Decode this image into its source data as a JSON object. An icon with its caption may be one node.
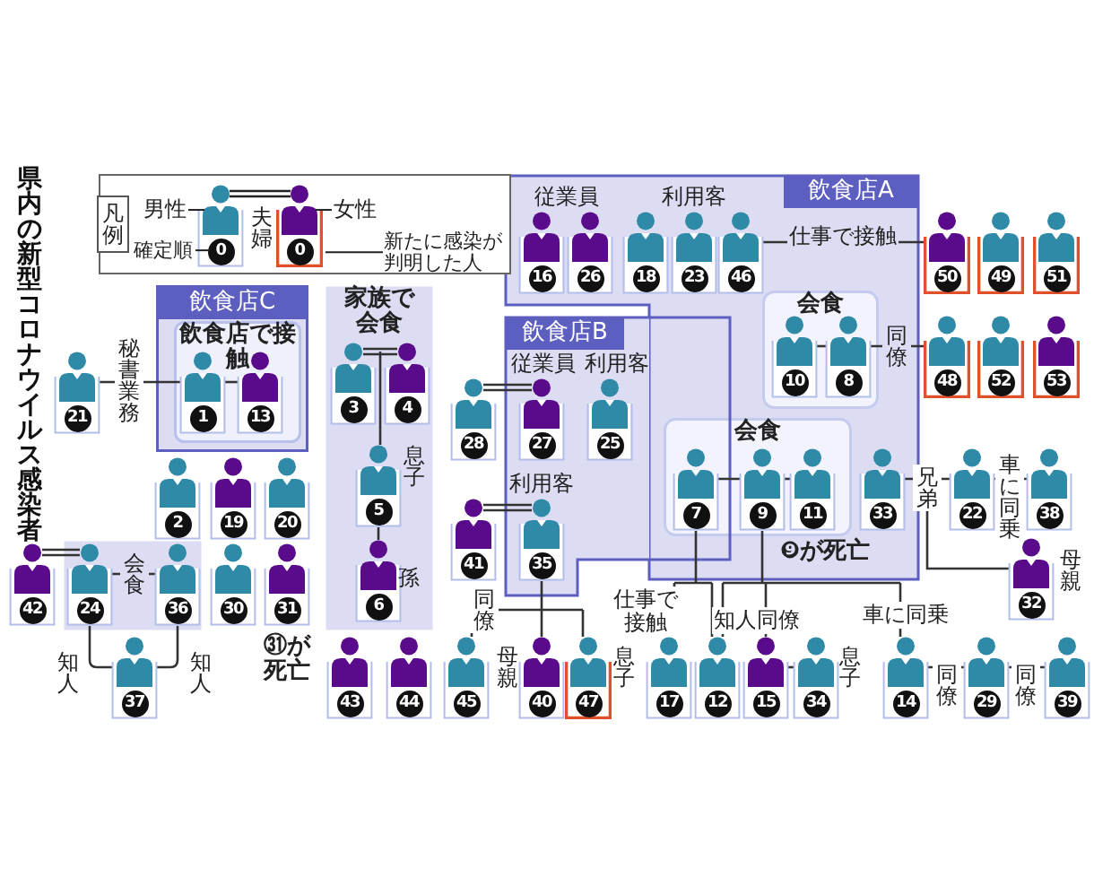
{
  "diagram": {
    "title": "県内の新型コロナウイルス感染者",
    "nodes": [
      {
        "text": [
          "飲食店A"
        ]
      },
      {
        "text": [
          "16"
        ],
        "in": 0
      },
      {
        "text": [
          "26"
        ],
        "in": 0
      },
      {
        "text": [
          "18"
        ],
        "in": 0
      },
      {
        "text": [
          "23"
        ],
        "in": 0
      },
      {
        "text": [
          "46"
        ],
        "in": 0
      },
      {
        "text": [
          "50"
        ]
      },
      {
        "text": [
          "49"
        ]
      },
      {
        "text": [
          "51"
        ]
      },
      {
        "text": [
          "飲食店C"
        ]
      },
      {
        "text": [
          "飲食店で接触"
        ],
        "in": 9
      },
      {
        "text": [
          "1"
        ],
        "in": 10
      },
      {
        "text": [
          "13"
        ],
        "in": 10
      },
      {
        "text": [
          "家族で会食"
        ]
      },
      {
        "text": [
          "3"
        ],
        "in": 13
      },
      {
        "text": [
          "4"
        ],
        "in": 13
      },
      {
        "text": [
          "21"
        ]
      },
      {
        "text": [
          "会食"
        ],
        "in": 0
      },
      {
        "text": [
          "10"
        ],
        "in": 17
      },
      {
        "text": [
          "8"
        ],
        "in": 17
      },
      {
        "text": [
          "48"
        ]
      },
      {
        "text": [
          "52"
        ]
      },
      {
        "text": [
          "53"
        ]
      },
      {
        "text": [
          "飲食店B"
        ]
      },
      {
        "text": [
          "28"
        ]
      },
      {
        "text": [
          "27"
        ],
        "in": 23
      },
      {
        "text": [
          "25"
        ],
        "in": 23
      },
      {
        "text": [
          "会食"
        ],
        "in": 0
      },
      {
        "text": [
          "7"
        ]
      },
      {
        "text": [
          "9"
        ],
        "in": 27,
        "beside": [
          "❾が死亡"
        ]
      },
      {
        "text": [
          "11"
        ],
        "in": 27
      },
      {
        "text": [
          "33"
        ],
        "in": 0
      },
      {
        "text": [
          "22"
        ]
      },
      {
        "text": [
          "38"
        ]
      },
      {
        "text": [
          "5"
        ],
        "in": 13,
        "beside": [
          "息子"
        ]
      },
      {
        "text": [
          "2"
        ]
      },
      {
        "text": [
          "19"
        ]
      },
      {
        "text": [
          "20"
        ]
      },
      {
        "text": [
          "41"
        ]
      },
      {
        "text": [
          "35"
        ],
        "in": 23
      },
      {
        "text": [
          "32"
        ],
        "beside": [
          "母親"
        ]
      },
      {
        "text": [
          "6"
        ],
        "in": 13,
        "beside": [
          "孫"
        ]
      },
      {
        "text": [
          "42"
        ]
      },
      {
        "text": [],
        "shape": "box"
      },
      {
        "text": [
          "24"
        ],
        "in": 43
      },
      {
        "text": [
          "36"
        ],
        "in": 43
      },
      {
        "text": [
          "30"
        ]
      },
      {
        "text": [
          "31"
        ],
        "beside": [
          "㉛が死亡"
        ]
      },
      {
        "text": [
          "37"
        ]
      },
      {
        "text": [
          "43"
        ]
      },
      {
        "text": [
          "44"
        ]
      },
      {
        "text": [
          "45"
        ]
      },
      {
        "text": [
          "40"
        ],
        "beside": [
          "母親"
        ]
      },
      {
        "text": [
          "47"
        ],
        "beside": [
          "息子"
        ]
      },
      {
        "text": [
          "17"
        ]
      },
      {
        "text": [
          "12"
        ]
      },
      {
        "text": [
          "15"
        ]
      },
      {
        "text": [
          "34"
        ],
        "beside": [
          "息子"
        ]
      },
      {
        "text": [
          "14"
        ]
      },
      {
        "text": [
          "29"
        ]
      },
      {
        "text": [
          "39"
        ]
      }
    ],
    "edges": [
      {
        "from": 5,
        "to": 6,
        "arrow": "none",
        "label": "仕事で接触"
      },
      {
        "from": 11,
        "to": 12,
        "arrow": "none"
      },
      {
        "from": 16,
        "to": 11,
        "arrow": "none",
        "label": "秘書業務"
      },
      {
        "from": 14,
        "to": 15,
        "arrow": "none"
      },
      {
        "from": 18,
        "to": 19,
        "arrow": "none"
      },
      {
        "from": 19,
        "to": 20,
        "arrow": "none",
        "label": "同僚"
      },
      {
        "from": 24,
        "to": 25,
        "arrow": "none"
      },
      {
        "from": 14,
        "to": 34,
        "arrow": "none"
      },
      {
        "from": 15,
        "to": 34,
        "arrow": "none"
      },
      {
        "from": 34,
        "to": 41,
        "arrow": "none"
      },
      {
        "from": 28,
        "to": 29,
        "arrow": "none"
      },
      {
        "from": 29,
        "to": 30,
        "arrow": "none"
      },
      {
        "from": 31,
        "to": 32,
        "arrow": "none",
        "label": "兄弟"
      },
      {
        "from": 32,
        "to": 33,
        "arrow": "none",
        "label": "車に同乗"
      },
      {
        "from": 31,
        "to": 40,
        "arrow": "none"
      },
      {
        "from": 38,
        "to": 39,
        "arrow": "none"
      },
      {
        "from": 42,
        "to": 44,
        "arrow": "none"
      },
      {
        "from": 44,
        "to": 45,
        "arrow": "none",
        "label": "会食"
      },
      {
        "from": 44,
        "to": 48,
        "arrow": "none",
        "label": "知人"
      },
      {
        "from": 45,
        "to": 48,
        "arrow": "none",
        "label": "知人"
      },
      {
        "from": 39,
        "to": 51,
        "arrow": "none",
        "label": "同僚"
      },
      {
        "from": 39,
        "to": 52,
        "arrow": "none"
      },
      {
        "from": 39,
        "to": 53,
        "arrow": "none"
      },
      {
        "from": 28,
        "to": 54,
        "arrow": "none",
        "label": "仕事で接触"
      },
      {
        "from": 28,
        "to": 55,
        "arrow": "none"
      },
      {
        "from": 29,
        "to": 55,
        "arrow": "none",
        "label": "知人"
      },
      {
        "from": 29,
        "to": 56,
        "arrow": "none",
        "label": "同僚"
      },
      {
        "from": 29,
        "to": 58,
        "arrow": "none",
        "label": "車に同乗"
      },
      {
        "from": 56,
        "to": 57,
        "arrow": "none"
      },
      {
        "from": 58,
        "to": 59,
        "arrow": "none",
        "label": "同僚"
      },
      {
        "from": 59,
        "to": 60,
        "arrow": "none",
        "label": "同僚"
      }
    ],
    "labels": [
      "凡例",
      "0",
      "0",
      "従業員",
      "利用客",
      "従業員",
      "利用客",
      "利用客"
    ],
    "legend": [
      {
        "text": "男性",
        "color": "#2e8aa6"
      },
      {
        "text": "夫婦"
      },
      {
        "text": "女性",
        "color": "#5a0b8c"
      },
      {
        "text": "確定順"
      },
      {
        "text": "新たに感染が判明した人"
      }
    ]
  }
}
